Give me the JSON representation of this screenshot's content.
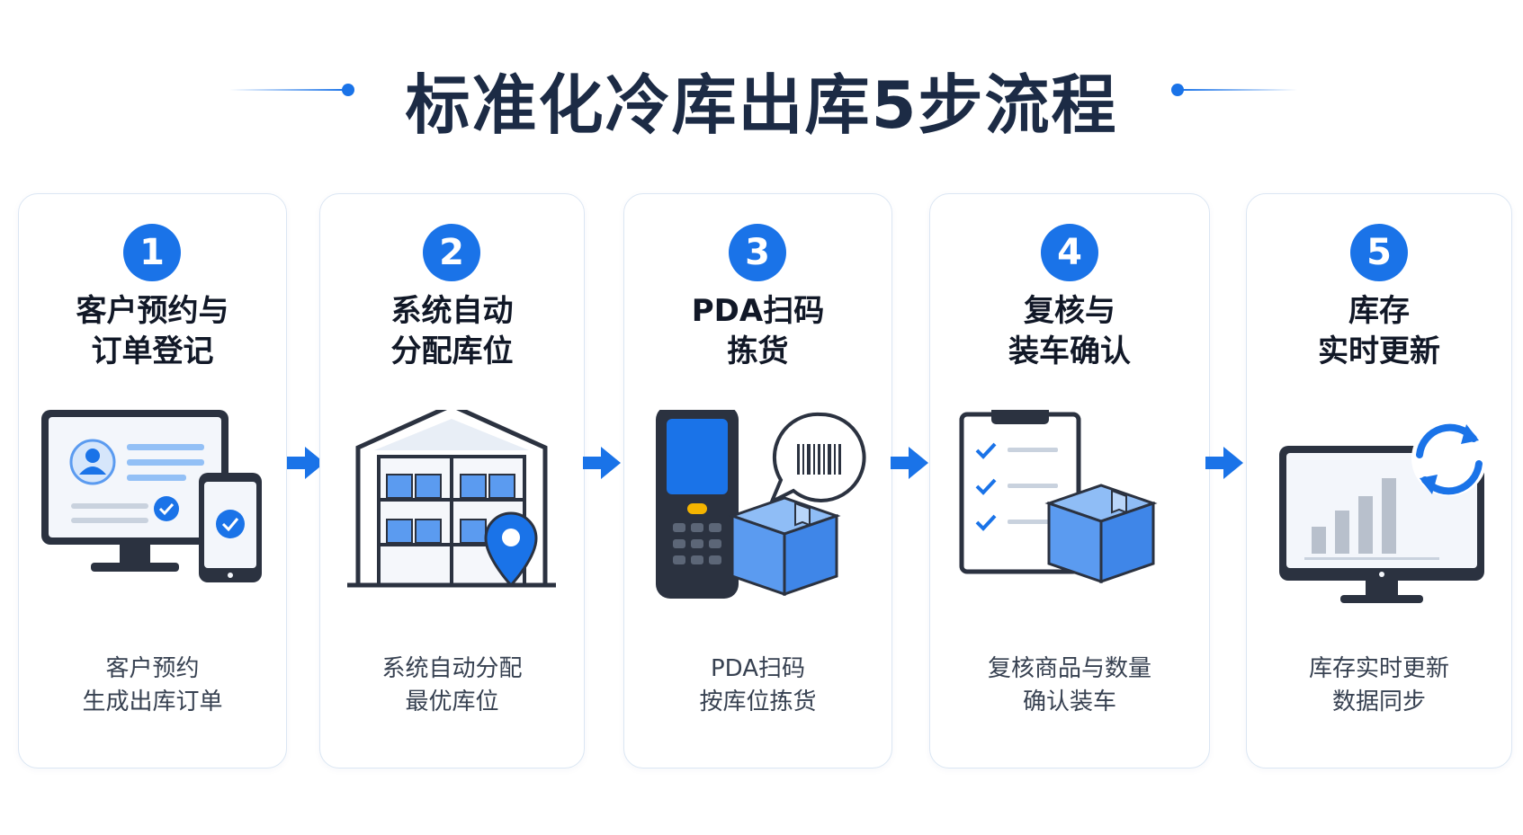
{
  "title": "标准化冷库出库5步流程",
  "colors": {
    "accent": "#1a73e8",
    "title": "#1c2b45",
    "card_border": "#dbe6f3"
  },
  "steps": [
    {
      "number": "1",
      "title": [
        "客户预约与",
        "订单登记"
      ],
      "description": [
        "客户预约",
        "生成出库订单"
      ],
      "icon": "computer-phone-order-icon"
    },
    {
      "number": "2",
      "title": [
        "系统自动",
        "分配库位"
      ],
      "description": [
        "系统自动分配",
        "最优库位"
      ],
      "icon": "warehouse-location-icon"
    },
    {
      "number": "3",
      "title": [
        "PDA扫码",
        "拣货"
      ],
      "description": [
        "PDA扫码",
        "按库位拣货"
      ],
      "icon": "pda-scanner-box-icon"
    },
    {
      "number": "4",
      "title": [
        "复核与",
        "装车确认"
      ],
      "description": [
        "复核商品与数量",
        "确认装车"
      ],
      "icon": "clipboard-box-icon"
    },
    {
      "number": "5",
      "title": [
        "库存",
        "实时更新"
      ],
      "description": [
        "库存实时更新",
        "数据同步"
      ],
      "icon": "monitor-sync-chart-icon"
    }
  ],
  "connectors": [
    "arrow-right-icon",
    "arrow-right-icon",
    "arrow-right-icon",
    "arrow-right-icon"
  ]
}
